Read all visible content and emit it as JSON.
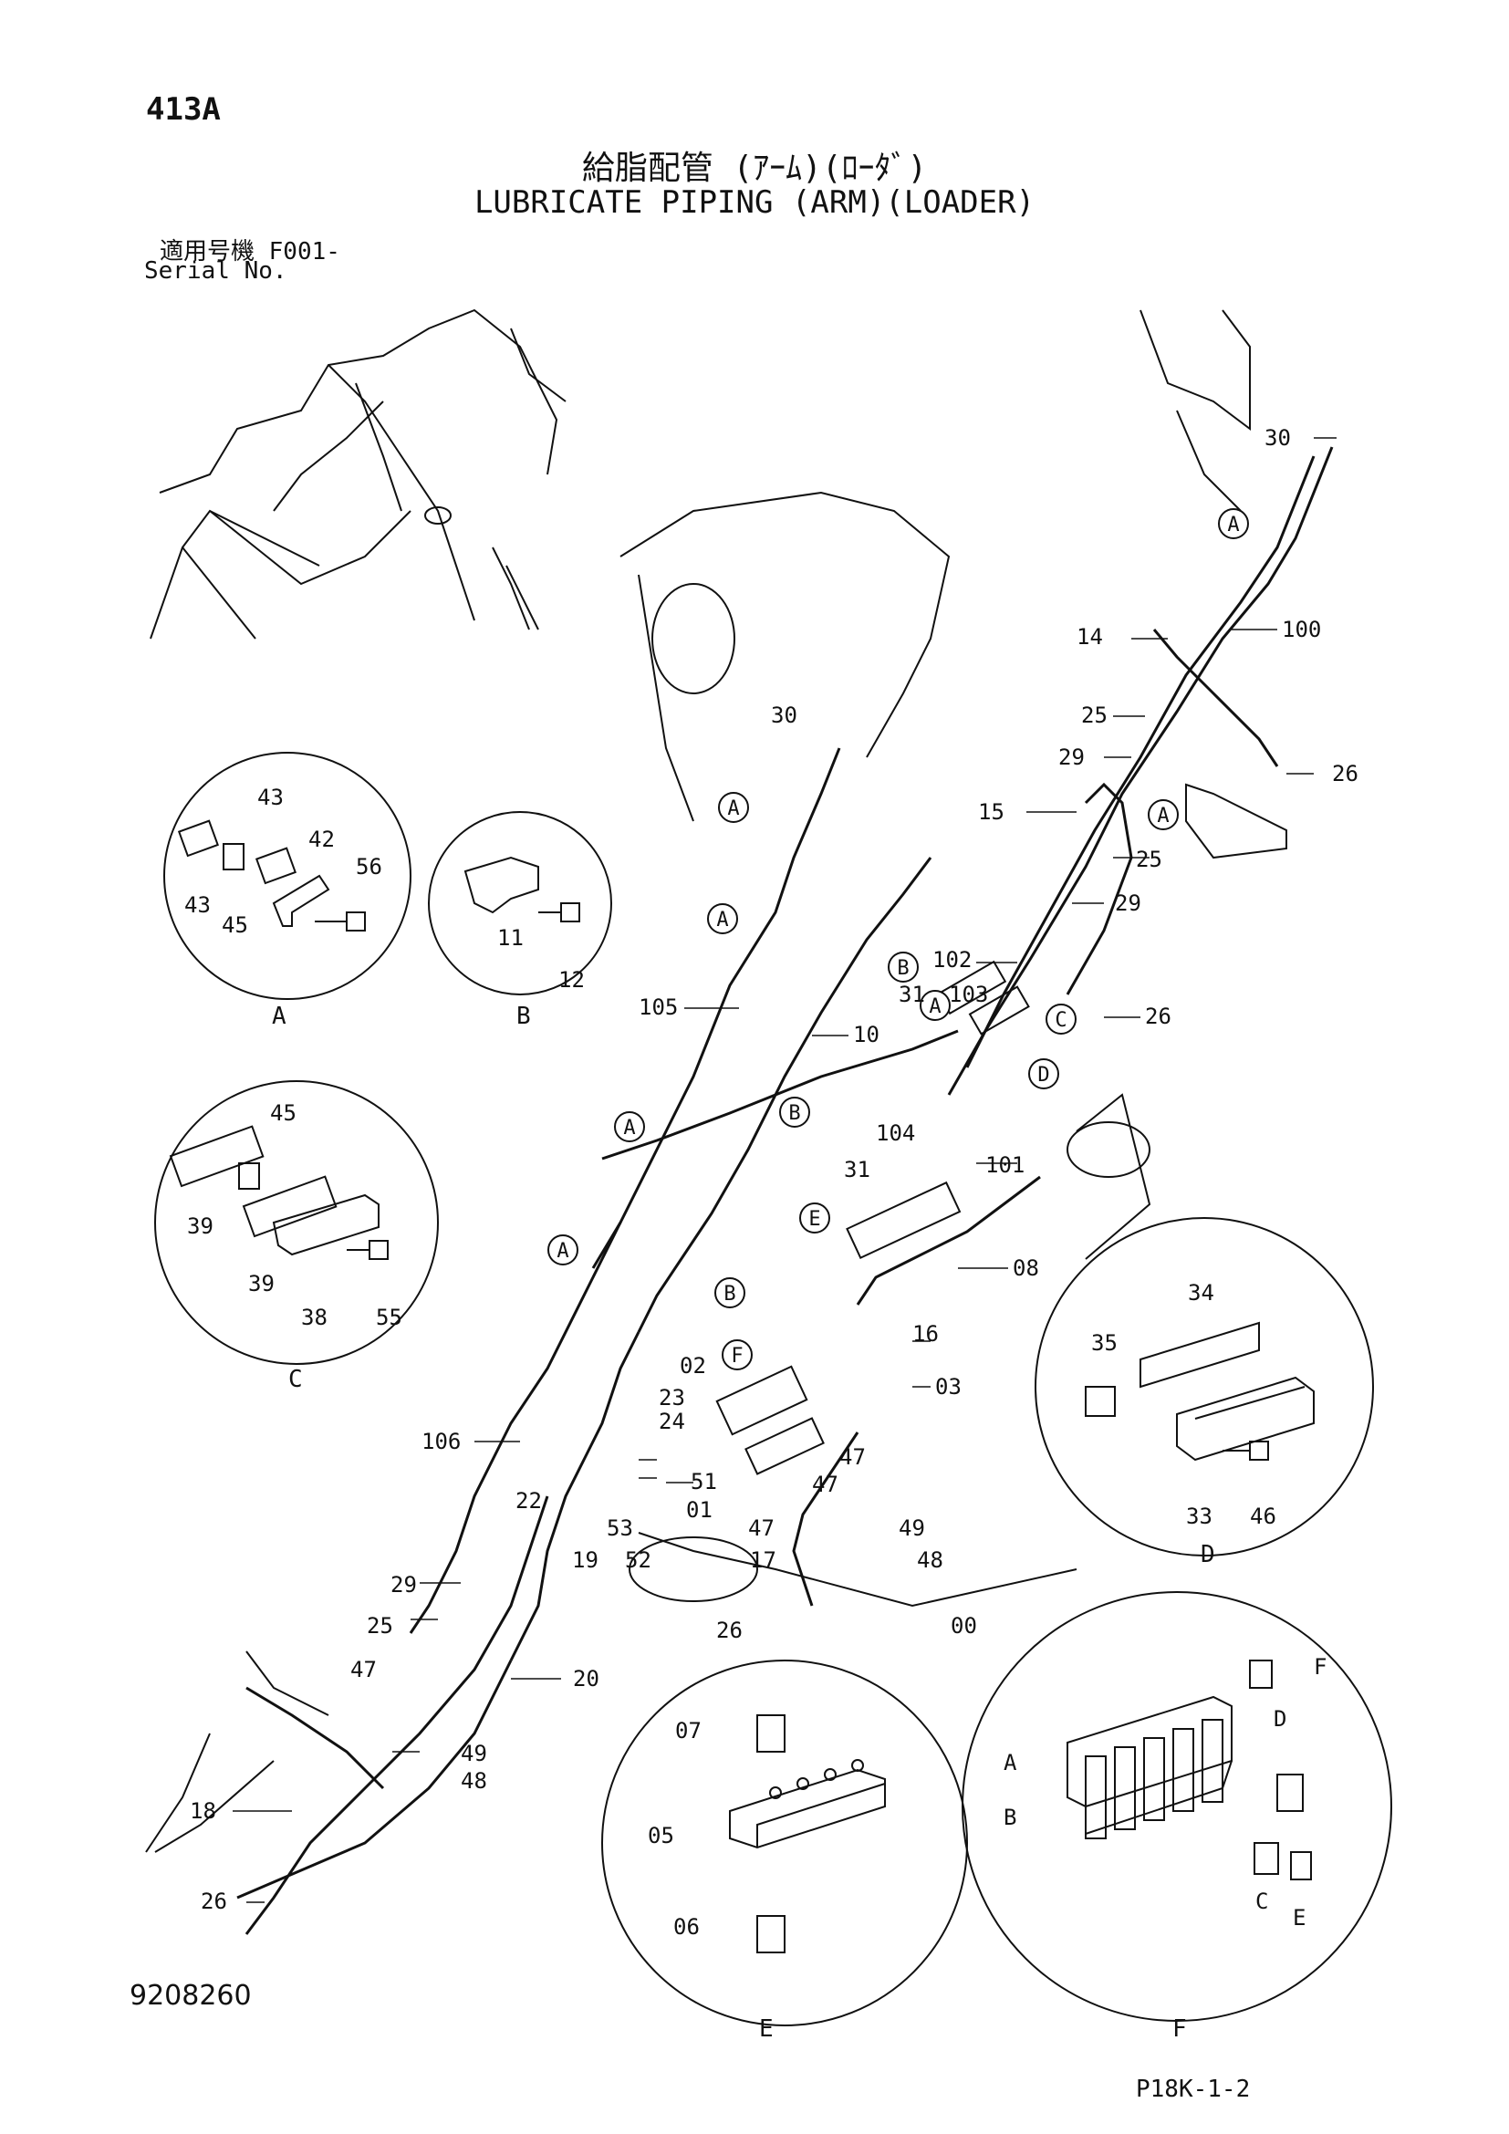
{
  "header": {
    "page_id": "413A",
    "title_jp": "給脂配管 (ｱｰﾑ)(ﾛｰﾀﾞ)",
    "title_en": "LUBRICATE PIPING (ARM)(LOADER)",
    "serial_jp": "適用号機  F001-",
    "serial_en": "Serial No."
  },
  "footer": {
    "doc_no": "9208260",
    "page_code": "P18K-1-2"
  },
  "detail_views": [
    {
      "id": "A",
      "parts": [
        "43",
        "43",
        "42",
        "56",
        "45"
      ]
    },
    {
      "id": "B",
      "parts": [
        "11",
        "12"
      ]
    },
    {
      "id": "C",
      "parts": [
        "45",
        "39",
        "39",
        "38",
        "55"
      ]
    },
    {
      "id": "D",
      "parts": [
        "34",
        "35",
        "33",
        "46"
      ]
    },
    {
      "id": "E",
      "parts": [
        "07",
        "05",
        "06"
      ]
    },
    {
      "id": "F",
      "parts": [
        "00",
        "A",
        "B",
        "C",
        "D",
        "E",
        "F"
      ]
    }
  ],
  "callouts": [
    "30",
    "30",
    "14",
    "100",
    "25",
    "26",
    "29",
    "15",
    "25",
    "29",
    "102",
    "103",
    "31",
    "104",
    "101",
    "26",
    "105",
    "10",
    "31",
    "16",
    "08",
    "02",
    "23",
    "24",
    "03",
    "106",
    "22",
    "51",
    "47",
    "47",
    "01",
    "53",
    "19",
    "52",
    "47",
    "49",
    "17",
    "48",
    "26",
    "29",
    "25",
    "47",
    "20",
    "49",
    "48",
    "18",
    "26"
  ],
  "circle_labels": [
    "A",
    "A",
    "A",
    "A",
    "A",
    "A",
    "A",
    "B",
    "B",
    "B",
    "C",
    "D",
    "E",
    "F"
  ]
}
